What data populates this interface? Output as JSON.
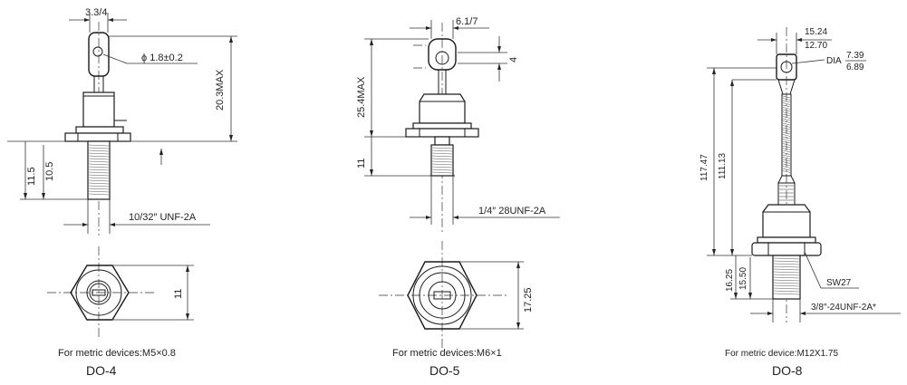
{
  "packages": [
    {
      "name": "DO-4",
      "note": "For metric devices:M5×0.8",
      "dims": {
        "top_width": "3.3/4",
        "hole": "ϕ 1.8±0.2",
        "height_max": "20.3MAX",
        "stud_11_5": "11.5",
        "stud_10_5": "10.5",
        "thread": "10/32″ UNF-2A",
        "hex": "11"
      }
    },
    {
      "name": "DO-5",
      "note": "For metric devices:M6×1",
      "dims": {
        "top_width": "6.1/7",
        "tab": "4",
        "height_max": "25.4MAX",
        "stud": "11",
        "thread": "1/4″ 28UNF-2A",
        "hex": "17.25"
      }
    },
    {
      "name": "DO-8",
      "note": "For metric device:M12X1.75",
      "dims": {
        "top_upper": "15.24",
        "top_lower": "12.70",
        "dia_label": "DIA",
        "dia_upper": "7.39",
        "dia_lower": "6.89",
        "length_total": "117.47",
        "length_inner": "111.13",
        "stud_16_25": "16.25",
        "stud_15_50": "15.50",
        "wrench": "SW27",
        "thread": "3/8″-24UNF-2A*"
      }
    }
  ]
}
